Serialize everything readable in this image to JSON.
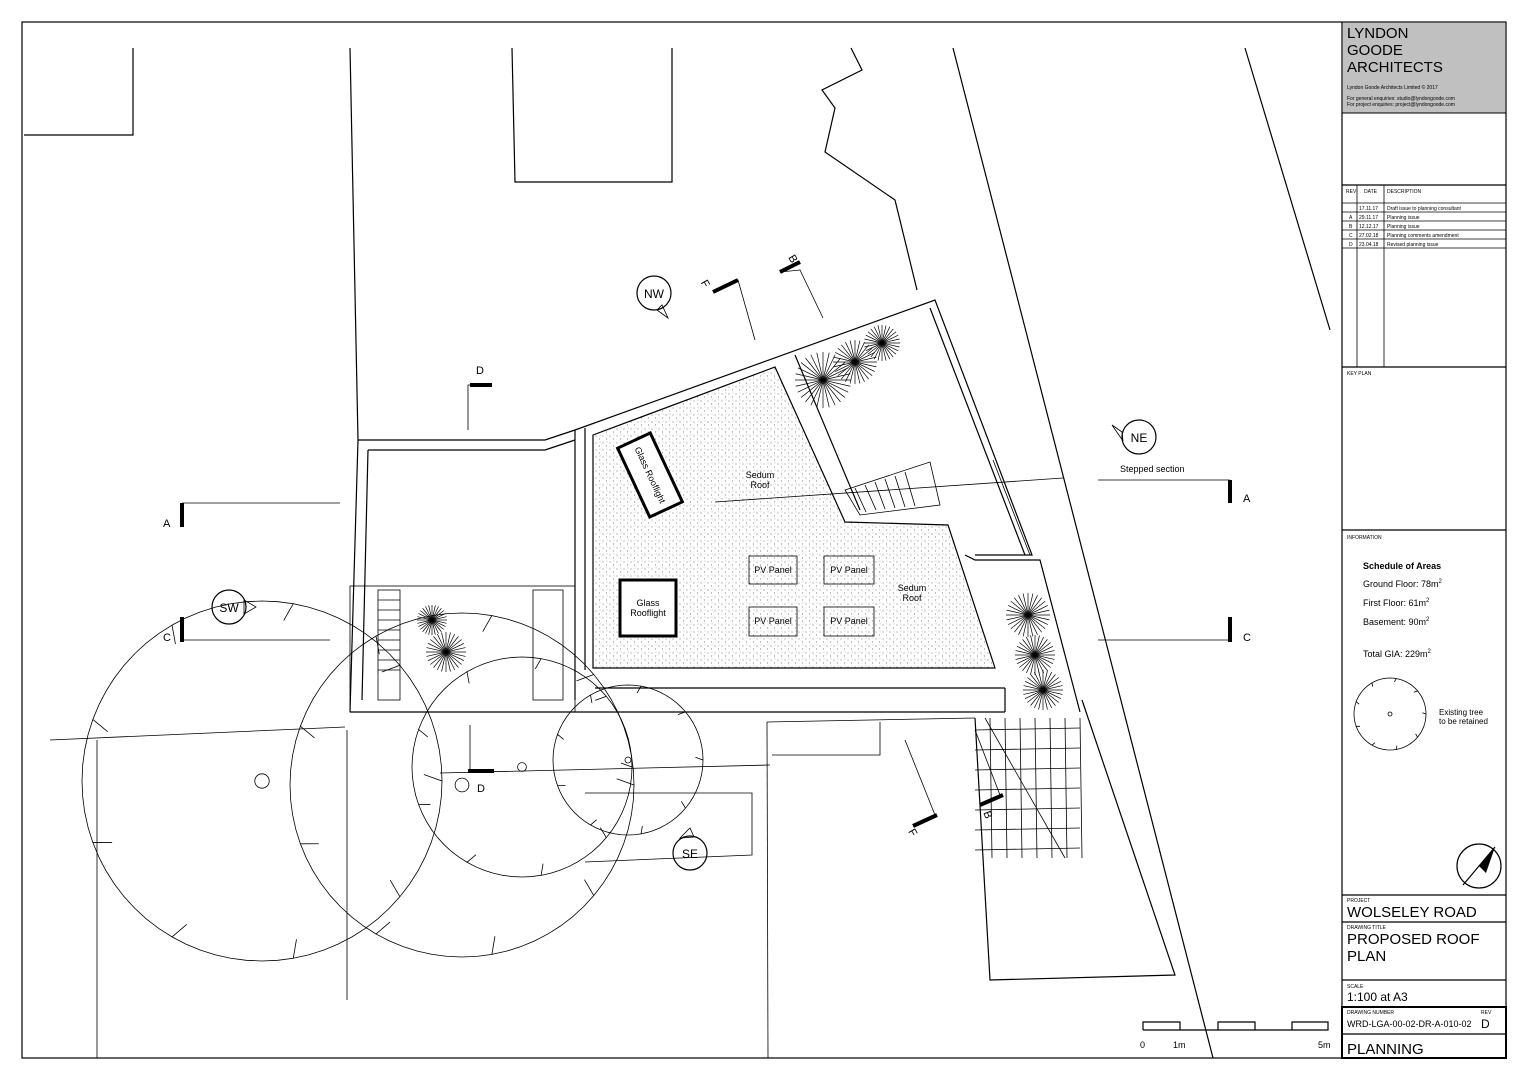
{
  "firm": {
    "name_lines": [
      "LYNDON",
      "GOODE",
      "ARCHITECTS"
    ],
    "copyright": "Lyndon Goode Architects Limited © 2017",
    "general_enquiries": "For general enquiries: studio@lyndongoode.com",
    "project_enquiries": "For project enquiries: project@lyndongoode.com"
  },
  "revisions": {
    "headers": [
      "REV",
      "DATE",
      "DESCRIPTION"
    ],
    "rows": [
      {
        "rev": "",
        "date": "17.11.17",
        "desc": "Draft issue to planning consultant"
      },
      {
        "rev": "A",
        "date": "29.11.17",
        "desc": "Planning issue"
      },
      {
        "rev": "B",
        "date": "12.12.17",
        "desc": "Planning issue"
      },
      {
        "rev": "C",
        "date": "27.02.18",
        "desc": "Planning comments amendment"
      },
      {
        "rev": "D",
        "date": "23.04.18",
        "desc": "Revised planning issue"
      }
    ]
  },
  "key_plan_label": "KEY PLAN",
  "information": {
    "label": "INFORMATION",
    "schedule_title": "Schedule of Areas",
    "ground_floor": "Ground Floor: 78m",
    "first_floor": "First Floor: 61m",
    "basement": "Basement: 90m",
    "total": "Total GIA: 229m",
    "sup": "2",
    "tree_legend_1": "Existing tree",
    "tree_legend_2": "to be retained"
  },
  "project": {
    "label": "PROJECT",
    "value": "WOLSELEY ROAD"
  },
  "drawing_title": {
    "label": "DRAWING TITLE",
    "line1": "PROPOSED ROOF",
    "line2": "PLAN"
  },
  "scale": {
    "label": "SCALE",
    "value": "1:100 at A3"
  },
  "drawing_number": {
    "label": "DRAWING NUMBER",
    "value": "WRD-LGA-00-02-DR-A-010-02",
    "rev_label": "REV",
    "rev": "D"
  },
  "status": "PLANNING",
  "plan": {
    "sedum_roof": [
      "Sedum",
      "Roof"
    ],
    "glass_rooflight": [
      "Glass",
      "Rooflight"
    ],
    "glass_rooflight_rotated": "Glass Rooflight",
    "pv_panel": "PV Panel",
    "stepped_section": "Stepped section",
    "views": {
      "nw": "NW",
      "ne": "NE",
      "sw": "SW",
      "se": "SE"
    },
    "sections": {
      "a": "A",
      "b": "B",
      "c": "C",
      "d": "D",
      "f": "F"
    },
    "scale_bar": {
      "zero": "0",
      "one": "1m",
      "five": "5m"
    }
  }
}
